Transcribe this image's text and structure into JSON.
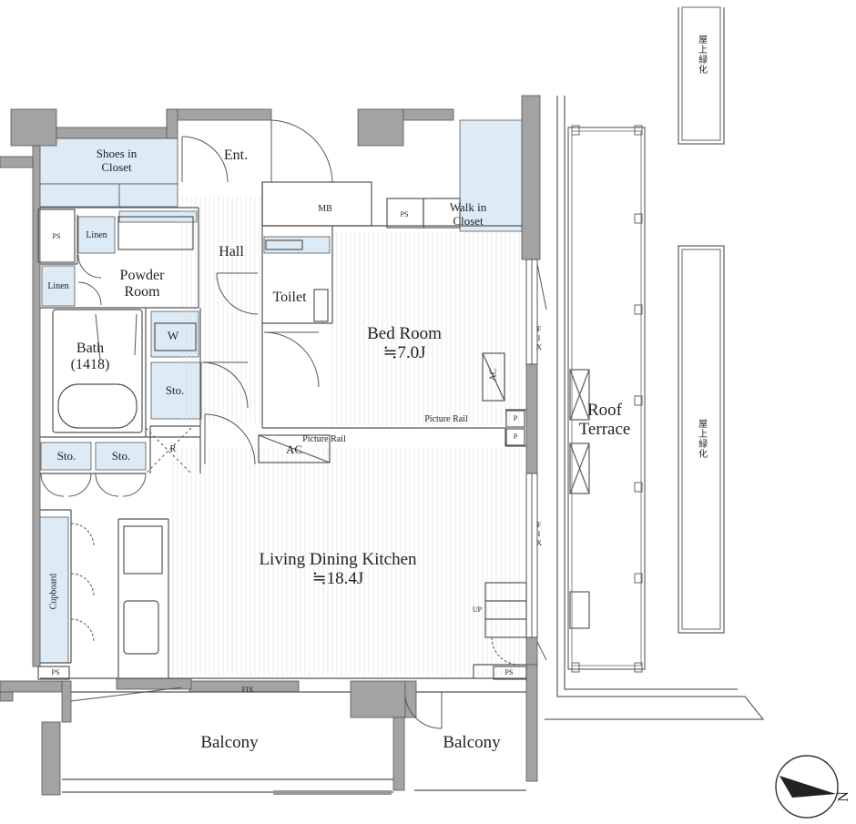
{
  "rooms": {
    "shoes_closet": {
      "line1": "Shoes in",
      "line2": "Closet"
    },
    "entrance": "Ent.",
    "mb": "MB",
    "ps_top": "PS",
    "walk_in_closet": {
      "line1": "Walk in",
      "line2": "Closet"
    },
    "ps_left": "PS",
    "linen_upper": "Linen",
    "linen_lower": "Linen",
    "powder_room": {
      "line1": "Powder",
      "line2": "Room"
    },
    "hall": "Hall",
    "toilet": "Toilet",
    "bedroom": {
      "name": "Bed Room",
      "size": "≒7.0J"
    },
    "bath": {
      "name": "Bath",
      "size": "(1418)"
    },
    "washer": "W",
    "storage_mid": "Sto.",
    "refrigerator": "R",
    "storage_left_1": "Sto.",
    "storage_left_2": "Sto.",
    "ac_bedroom": "AC",
    "picture_rail_bedroom": "Picture Rail",
    "picture_rail_ldk": "Picture Rail",
    "ac_ldk": "AC",
    "p_upper": "P",
    "p_lower": "P",
    "fix_bedroom": "FIX",
    "fix_ldk": "FIX",
    "fix_bottom": "FIX",
    "ldk": {
      "name": "Living Dining Kitchen",
      "size": "≒18.4J"
    },
    "cupboard": "Cupboard",
    "up": "UP",
    "ps_bottom_left": "PS",
    "ps_bottom_right": "PS",
    "balcony_main": "Balcony",
    "balcony_small": "Balcony",
    "roof_terrace": {
      "line1": "Roof",
      "line2": "Terrace"
    },
    "rooftop_green_upper": "屋上緑化",
    "rooftop_green_lower": "屋上緑化"
  },
  "compass": {
    "letter": "N"
  },
  "colors": {
    "storage": "#dcebf5",
    "wall": "#a3a3a3",
    "line": "#555555"
  }
}
